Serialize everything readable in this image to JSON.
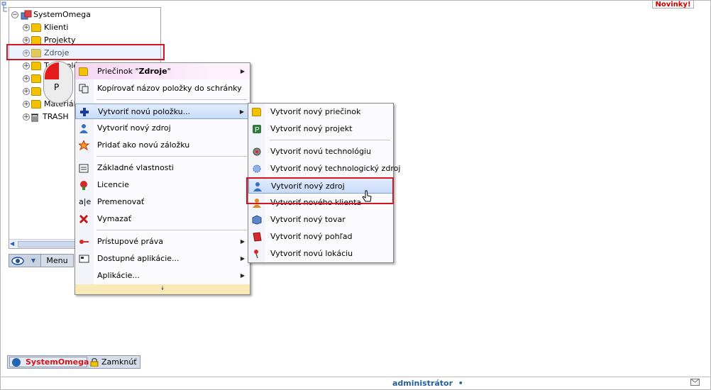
{
  "app": {
    "novinky_label": "Novinky!"
  },
  "tree": {
    "root_label": "SystemOmega",
    "items": [
      {
        "label": "Klienti",
        "icon": "folder-icon"
      },
      {
        "label": "Projekty",
        "icon": "folder-icon"
      },
      {
        "label": "Zdroje",
        "icon": "folder-icon",
        "selected": true
      },
      {
        "label": "Technoló",
        "icon": "folder-icon"
      },
      {
        "label": "",
        "icon": "folder-icon"
      },
      {
        "label": "",
        "icon": "folder-icon"
      },
      {
        "label": "Materiál",
        "icon": "folder-icon"
      },
      {
        "label": "TRASH",
        "icon": "trash-icon"
      }
    ],
    "mouse_label": "P",
    "toolbar": {
      "menu_label": "Menu"
    }
  },
  "context_menu": {
    "items": [
      {
        "prefix": "Priečinok \"",
        "bold": "Zdroje",
        "suffix": "\"",
        "icon": "folder-icon",
        "submenu": true
      },
      {
        "label": "Kopírovať názov položky do schránky",
        "icon": "copy-icon"
      },
      {
        "label": "Vytvoriť novú položku...",
        "icon": "plus-icon",
        "submenu": true,
        "highlighted": true
      },
      {
        "label": "Vytvoriť nový zdroj",
        "icon": "person-icon"
      },
      {
        "label": "Pridať ako novú záložku",
        "icon": "bookmark-star-icon"
      },
      {
        "label": "Základné vlastnosti",
        "icon": "properties-icon"
      },
      {
        "label": "Licencie",
        "icon": "license-icon"
      },
      {
        "label": "Premenovať",
        "icon": "rename-icon"
      },
      {
        "label": "Vymazať",
        "icon": "delete-icon"
      },
      {
        "label": "Prístupové práva",
        "icon": "key-icon",
        "submenu": true
      },
      {
        "label": "Dostupné aplikácie...",
        "icon": "applications-icon",
        "submenu": true
      },
      {
        "label": "Aplikácie...",
        "icon": "",
        "submenu": true
      }
    ],
    "footer_glyph": "⯯"
  },
  "submenu": {
    "items": [
      {
        "label": "Vytvoriť nový priečinok",
        "icon": "folder-icon"
      },
      {
        "label": "Vytvoriť nový projekt",
        "icon": "project-icon"
      },
      {
        "label": "Vytvoriť novú technológiu",
        "icon": "technology-icon"
      },
      {
        "label": "Vytvoriť nový technologický zdroj",
        "icon": "gear-icon"
      },
      {
        "label": "Vytvoriť nový zdroj",
        "icon": "person-icon",
        "highlighted": true
      },
      {
        "label": "Vytvoriť nového klienta",
        "icon": "client-icon"
      },
      {
        "label": "Vytvoriť nový tovar",
        "icon": "goods-icon"
      },
      {
        "label": "Vytvoriť nový pohľad",
        "icon": "view-icon"
      },
      {
        "label": "Vytvoriť novú lokáciu",
        "icon": "location-pin-icon"
      }
    ]
  },
  "bottom": {
    "system_label": "SystemOmega",
    "lock_label": "Zamknúť",
    "user_label": "administrátor",
    "user_dot": "•"
  },
  "colors": {
    "accent_red": "#d0161e",
    "menu_highlight": "#c9dbfa",
    "folder": "#f2c200",
    "user_blue": "#245f97"
  }
}
